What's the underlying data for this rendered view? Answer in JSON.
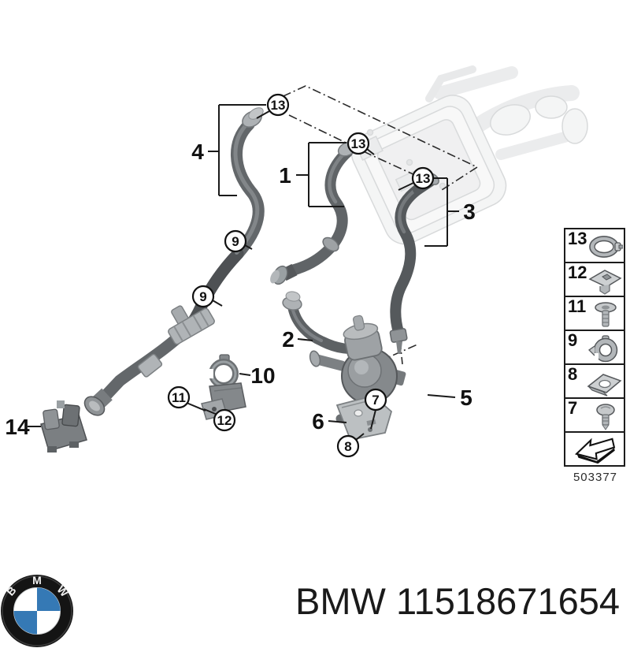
{
  "diagram": {
    "plain_callouts": [
      {
        "text": "1"
      },
      {
        "text": "2"
      },
      {
        "text": "3"
      },
      {
        "text": "4"
      },
      {
        "text": "5"
      },
      {
        "text": "6"
      },
      {
        "text": "10"
      },
      {
        "text": "14"
      }
    ],
    "circled_callouts": [
      {
        "text": "13"
      },
      {
        "text": "13"
      },
      {
        "text": "13"
      },
      {
        "text": "9"
      },
      {
        "text": "9"
      },
      {
        "text": "7"
      },
      {
        "text": "8"
      },
      {
        "text": "11"
      },
      {
        "text": "12"
      }
    ]
  },
  "legend": {
    "code": "503377",
    "items": [
      {
        "number": "13",
        "icon": "hose-clamp"
      },
      {
        "number": "12",
        "icon": "plate-nut"
      },
      {
        "number": "11",
        "icon": "washer-screw"
      },
      {
        "number": "9",
        "icon": "pipe-clamp"
      },
      {
        "number": "8",
        "icon": "speed-nut"
      },
      {
        "number": "7",
        "icon": "round-screw"
      },
      {
        "number": "",
        "icon": "direction-arrow"
      }
    ]
  },
  "footer": {
    "part_label": "BMW 11518671654"
  },
  "logo": {
    "letters": [
      "B",
      "M",
      "W"
    ]
  }
}
